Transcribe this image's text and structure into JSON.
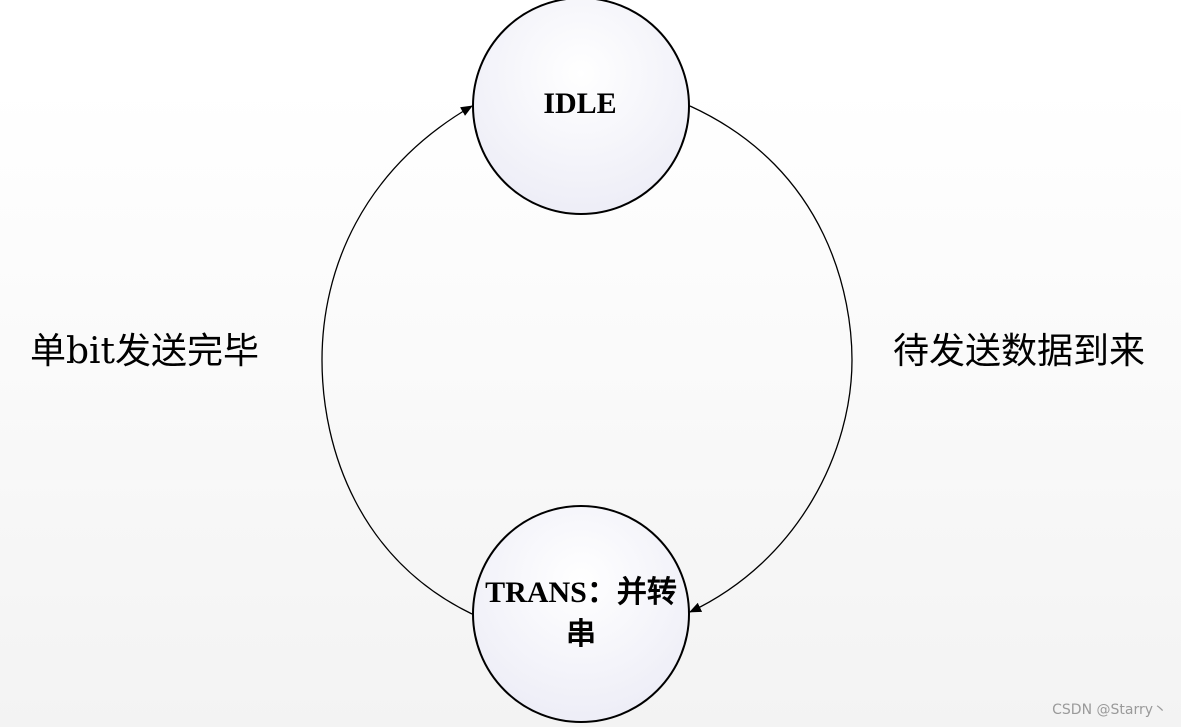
{
  "diagram": {
    "states": {
      "idle": {
        "label": "IDLE"
      },
      "trans": {
        "label": "TRANS：并转串"
      }
    },
    "transitions": {
      "idle_to_trans": {
        "label": "待发送数据到来"
      },
      "trans_to_idle": {
        "label": "单bit发送完毕"
      }
    }
  },
  "watermark": "CSDN @Starry丶",
  "colors": {
    "stroke": "#000000",
    "node_fill_top": "#ffffff",
    "node_fill_bottom": "#eeeef6",
    "watermark": "#9a9a9a"
  }
}
